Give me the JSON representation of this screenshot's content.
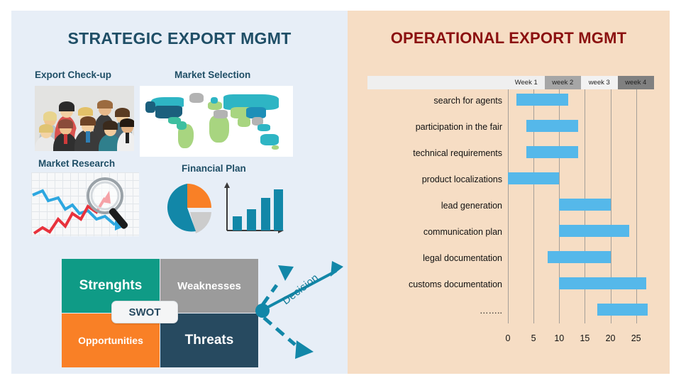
{
  "left_panel": {
    "title": "STRATEGIC EXPORT MGMT",
    "sections": [
      {
        "label": "Export Check-up",
        "icon": "people-group-photo"
      },
      {
        "label": "Market Selection",
        "icon": "world-map"
      },
      {
        "label": "Market Research",
        "icon": "magnifier-line-chart"
      },
      {
        "label": "Financial Plan",
        "icon": "pie-and-bar-chart"
      }
    ],
    "swot": {
      "badge": "SWOT",
      "quadrants": [
        {
          "label": "Strenghts",
          "color": "#0f9b86"
        },
        {
          "label": "Weaknesses",
          "color": "#9b9b9b"
        },
        {
          "label": "Opportunities",
          "color": "#f98026"
        },
        {
          "label": "Threats",
          "color": "#274a60"
        }
      ]
    },
    "decision": {
      "label": "Decision",
      "color": "#127b97"
    },
    "background": "#e7eef7",
    "title_color": "#1f4e66"
  },
  "right_panel": {
    "title": "OPERATIONAL EXPORT MGMT",
    "background": "#f6ddc4",
    "title_color": "#8b1010"
  },
  "chart_data": {
    "type": "bar",
    "orientation": "horizontal",
    "title": "OPERATIONAL EXPORT MGMT",
    "xlabel": "",
    "ylabel": "",
    "xlim": [
      0,
      28.5
    ],
    "xticks": [
      0,
      5,
      10,
      15,
      20,
      25
    ],
    "grid": true,
    "bar_color": "#55b8ea",
    "week_header": [
      {
        "label": "Week 1",
        "color": "#efefef"
      },
      {
        "label": "week 2",
        "color": "#a6a6a6"
      },
      {
        "label": "week 3",
        "color": "#f2f2f2"
      },
      {
        "label": "week 4",
        "color": "#808080"
      }
    ],
    "categories": [
      "search for agents",
      "participation in the fair",
      "technical requirements",
      "product localizations",
      "lead generation",
      "communication plan",
      "legal documentation",
      "customs documentation",
      "……..",
      "",
      ""
    ],
    "tasks": [
      {
        "name": "search for agents",
        "start": 1.7,
        "end": 11.7
      },
      {
        "name": "participation in the fair",
        "start": 3.6,
        "end": 13.7
      },
      {
        "name": "technical requirements",
        "start": 3.6,
        "end": 13.7
      },
      {
        "name": "product localizations",
        "start": 0.0,
        "end": 10.0
      },
      {
        "name": "lead generation",
        "start": 10.0,
        "end": 20.0
      },
      {
        "name": "communication plan",
        "start": 10.0,
        "end": 23.7
      },
      {
        "name": "legal documentation",
        "start": 7.7,
        "end": 20.0
      },
      {
        "name": "customs documentation",
        "start": 10.0,
        "end": 27.0
      },
      {
        "name": "……..",
        "start": 17.5,
        "end": 27.2
      }
    ]
  }
}
